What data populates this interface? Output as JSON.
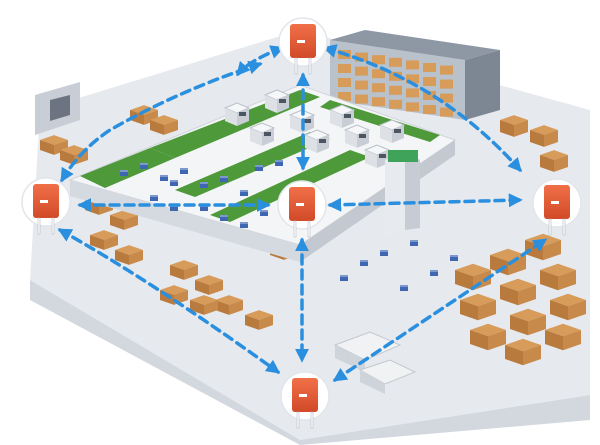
{
  "scene": {
    "subject": "warehouse-wireless-coverage",
    "colors": {
      "background": "#ffffff",
      "floor": "#e6e9ee",
      "mezzanine_top": "#f4f5f7",
      "mezzanine_side": "#d5d9e0",
      "green_lane": "#4e9a3a",
      "rack_steel": "#9aa4b0",
      "cardboard": "#d79b5a",
      "cardboard_dark": "#b97a3e",
      "tote_blue": "#3f66b0",
      "access_point": "#e85a36",
      "access_point_ring": "#ffffff",
      "signal_blue": "#2a8fde"
    },
    "access_points": [
      {
        "id": "ap-top",
        "icon": "wifi-access-point-icon"
      },
      {
        "id": "ap-left",
        "icon": "wifi-access-point-icon"
      },
      {
        "id": "ap-center",
        "icon": "wifi-access-point-icon"
      },
      {
        "id": "ap-right",
        "icon": "wifi-access-point-icon"
      },
      {
        "id": "ap-bottom",
        "icon": "wifi-access-point-icon"
      }
    ]
  }
}
